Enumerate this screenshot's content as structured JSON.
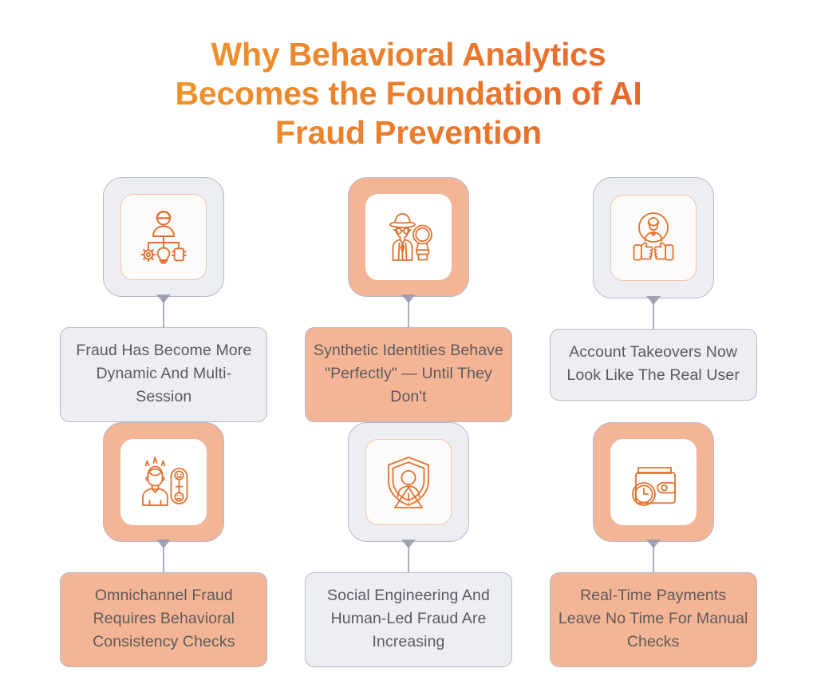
{
  "title": {
    "lines": [
      "Why Behavioral Analytics",
      "Becomes the Foundation of AI",
      "Fraud Prevention"
    ],
    "gradient_from": "#EFA22C",
    "gradient_to": "#E2562A"
  },
  "theme": {
    "background": "#FFFFFF",
    "card_gray_fill": "#ECEEF4",
    "card_peach_fill": "#F3B595",
    "card_border": "#B4B9CA",
    "inner_panel_border": "#F3C2A6",
    "icon_stroke": "#E2712F",
    "label_text": "#5A5A62",
    "connector": "#A9AEBE"
  },
  "cards": [
    {
      "id": 1,
      "icon": "org-chart-person-icon",
      "style": "gray",
      "label": "Fraud Has Become More Dynamic And Multi-Session"
    },
    {
      "id": 2,
      "icon": "detective-magnifier-icon",
      "style": "peach",
      "label": "Synthetic Identities Behave \"Perfectly\" — Until They Don't"
    },
    {
      "id": 3,
      "icon": "user-thumbs-up-icon",
      "style": "gray",
      "label": "Account Takeovers Now Look Like The Real User"
    },
    {
      "id": 4,
      "icon": "frustrated-user-feedback-scale-icon",
      "style": "peach",
      "label": "Omnichannel Fraud Requires Behavioral Consistency Checks"
    },
    {
      "id": 5,
      "icon": "shield-person-warning-icon",
      "style": "gray",
      "label": "Social Engineering And Human-Led Fraud Are Increasing"
    },
    {
      "id": 6,
      "icon": "wallet-clock-icon",
      "style": "peach",
      "label": "Real-Time Payments Leave No Time For Manual Checks"
    }
  ]
}
